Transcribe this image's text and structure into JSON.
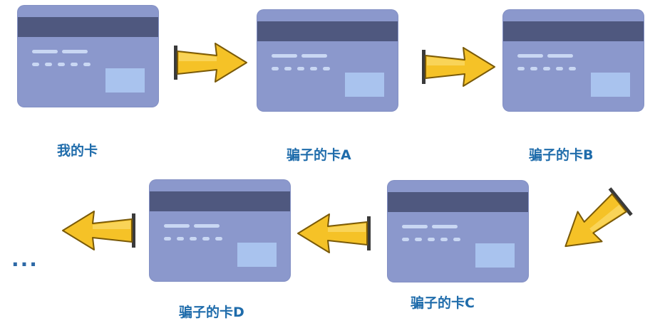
{
  "cards": [
    {
      "label": "我的卡"
    },
    {
      "label": "骗子的卡A"
    },
    {
      "label": "骗子的卡B"
    },
    {
      "label": "骗子的卡C"
    },
    {
      "label": "骗子的卡D"
    }
  ],
  "continuation": "...",
  "colors": {
    "card_body": "#8b98cc",
    "card_stripe": "#4f587f",
    "card_detail": "#c9d7f3",
    "card_chip": "#a9c3ee",
    "arrow_fill": "#f5c227",
    "label_text": "#1f6cab"
  }
}
